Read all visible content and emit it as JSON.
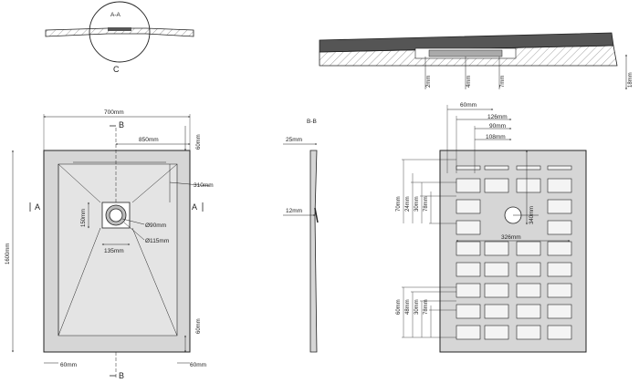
{
  "colors": {
    "line": "#222222",
    "tray_fill": "#d6d6d6",
    "tray_inner": "#e4e4e4",
    "section_dark": "#555555",
    "hatch": "#777777",
    "drain": "#aaaaaa",
    "cell_fill": "#f4f4f4"
  },
  "detail": {
    "section_title": "A-A",
    "detail_letter": "C"
  },
  "top_view": {
    "width_dim": "700mm",
    "length_dim": "1600mm",
    "drain_offset": "850mm",
    "side_dim": "310mm",
    "top_margin": "60mm",
    "bottom_margin": "60mm",
    "bottom_left": "60mm",
    "bottom_right": "60mm",
    "drain_height": "150mm",
    "drain_width": "135mm",
    "drain_dia_inner": "Ø90mm",
    "drain_dia_outer": "Ø115mm",
    "cut_b_top": "B",
    "cut_b_bottom": "B",
    "cut_a_left": "A",
    "cut_a_right": "A"
  },
  "section_bb": {
    "title": "B-B",
    "thickness_top": "25mm",
    "thickness_mid": "12mm"
  },
  "side_section": {
    "dims": [
      "2mm",
      "4mm",
      "7mm"
    ],
    "height": "18mm"
  },
  "bottom_view": {
    "top_dims": [
      "60mm",
      "126mm",
      "90mm",
      "108mm"
    ],
    "left_dims_top": [
      "70mm",
      "24mm",
      "30mm",
      "78mm"
    ],
    "left_dims_bottom": [
      "60mm",
      "48mm",
      "30mm",
      "78mm"
    ],
    "drain_dim": "340mm",
    "center_dim": "326mm"
  }
}
